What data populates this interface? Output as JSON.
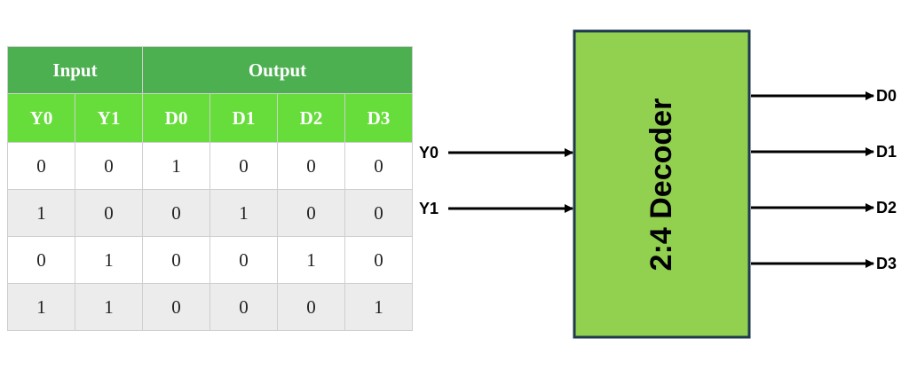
{
  "table": {
    "group_headers": [
      "Input",
      "Output"
    ],
    "column_headers": [
      "Y0",
      "Y1",
      "D0",
      "D1",
      "D2",
      "D3"
    ],
    "rows": [
      [
        "0",
        "0",
        "1",
        "0",
        "0",
        "0"
      ],
      [
        "1",
        "0",
        "0",
        "1",
        "0",
        "0"
      ],
      [
        "0",
        "1",
        "0",
        "0",
        "1",
        "0"
      ],
      [
        "1",
        "1",
        "0",
        "0",
        "0",
        "1"
      ]
    ]
  },
  "decoder": {
    "label": "2:4 Decoder",
    "inputs": [
      "Y0",
      "Y1"
    ],
    "outputs": [
      "D0",
      "D1",
      "D2",
      "D3"
    ],
    "fill_color": "#92d050",
    "border_color": "#1f3a4d"
  },
  "colors": {
    "header_group": "#4caf50",
    "header_columns": "#66dd3a"
  }
}
